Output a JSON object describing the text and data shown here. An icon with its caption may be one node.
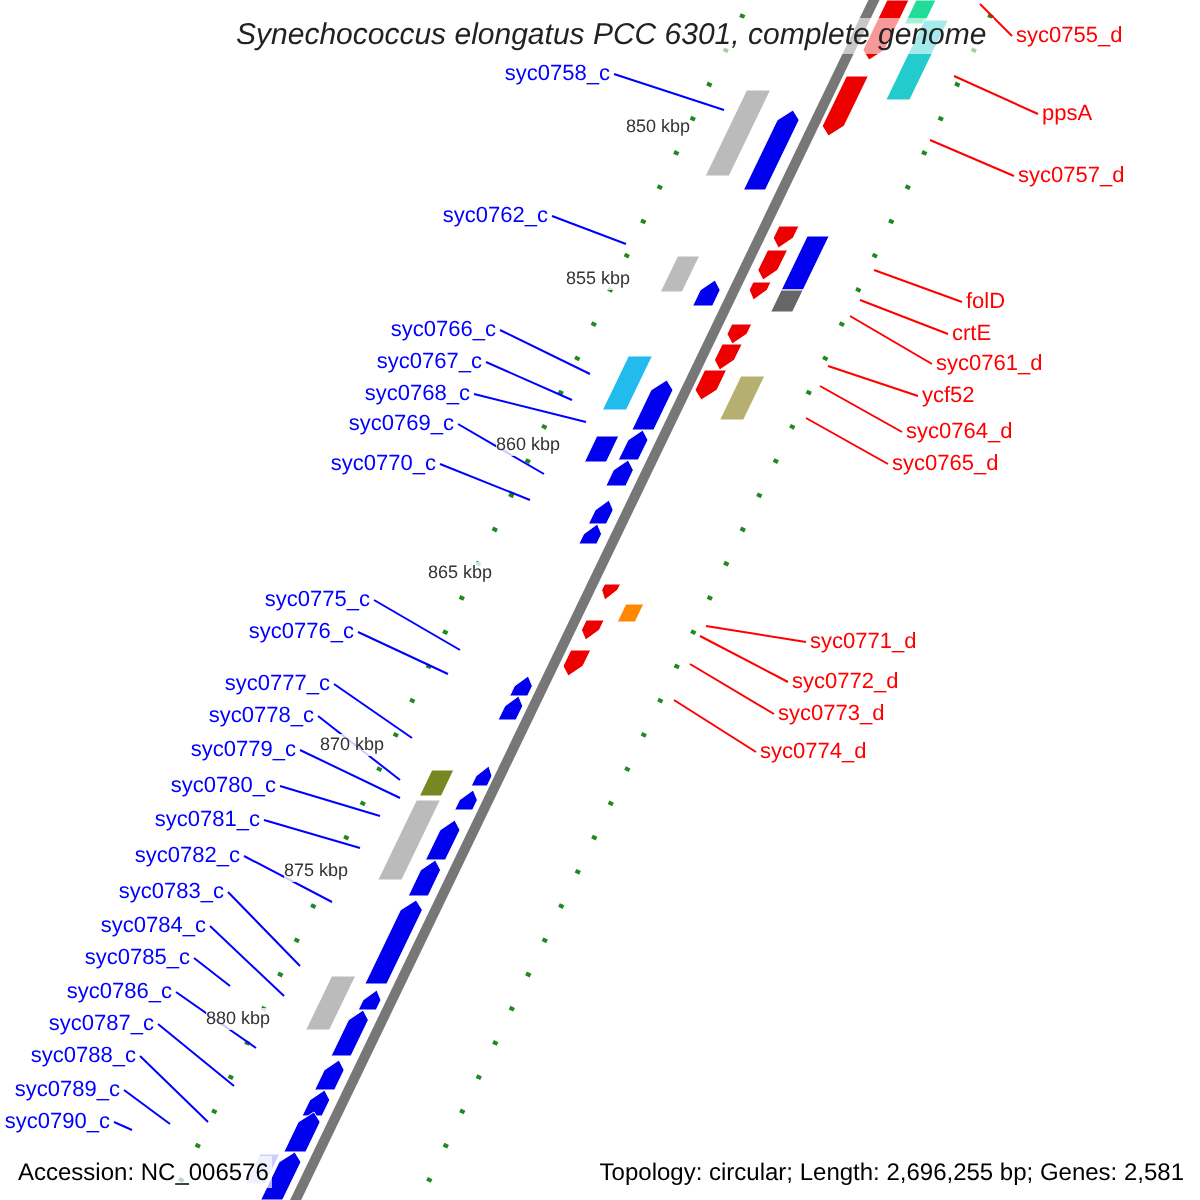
{
  "diagram": {
    "title": "Synechococcus elongatus PCC 6301, complete genome",
    "nodes": [
      {
        "text": [
          "syc0755_d"
        ]
      },
      {
        "text": [
          "syc0758_c"
        ]
      },
      {
        "text": [
          "ppsA"
        ]
      },
      {
        "text": [
          "syc0757_d"
        ]
      },
      {
        "text": [
          "syc0762_c"
        ]
      },
      {
        "text": [
          "folD"
        ]
      },
      {
        "text": [
          "syc0766_c"
        ]
      },
      {
        "text": [
          "crtE"
        ]
      },
      {
        "text": [
          "syc0767_c"
        ]
      },
      {
        "text": [
          "syc0761_d"
        ]
      },
      {
        "text": [
          "syc0768_c"
        ]
      },
      {
        "text": [
          "ycf52"
        ]
      },
      {
        "text": [
          "syc0769_c"
        ]
      },
      {
        "text": [
          "syc0764_d"
        ]
      },
      {
        "text": [
          "syc0770_c"
        ]
      },
      {
        "text": [
          "syc0765_d"
        ]
      },
      {
        "text": [
          "syc0775_c"
        ]
      },
      {
        "text": [
          "syc0776_c"
        ]
      },
      {
        "text": [
          "syc0771_d"
        ]
      },
      {
        "text": [
          "syc0777_c"
        ]
      },
      {
        "text": [
          "syc0772_d"
        ]
      },
      {
        "text": [
          "syc0778_c"
        ]
      },
      {
        "text": [
          "syc0773_d"
        ]
      },
      {
        "text": [
          "syc0779_c"
        ]
      },
      {
        "text": [
          "syc0774_d"
        ]
      },
      {
        "text": [
          "syc0780_c"
        ]
      },
      {
        "text": [
          "syc0781_c"
        ]
      },
      {
        "text": [
          "syc0782_c"
        ]
      },
      {
        "text": [
          "syc0783_c"
        ]
      },
      {
        "text": [
          "syc0784_c"
        ]
      },
      {
        "text": [
          "syc0785_c"
        ]
      },
      {
        "text": [
          "syc0786_c"
        ]
      },
      {
        "text": [
          "syc0787_c"
        ]
      },
      {
        "text": [
          "syc0788_c"
        ]
      },
      {
        "text": [
          "syc0789_c"
        ]
      },
      {
        "text": [
          "syc0790_c"
        ]
      }
    ],
    "edges": [
      {
        "from": 0,
        "to": null,
        "arrow": "none",
        "color": "#ff0000"
      },
      {
        "from": 1,
        "to": null,
        "arrow": "none"
      },
      {
        "from": 2,
        "to": null,
        "arrow": "none",
        "color": "#ff0000"
      },
      {
        "from": 3,
        "to": null,
        "arrow": "none",
        "color": "#ff0000"
      },
      {
        "from": 4,
        "to": null,
        "arrow": "none"
      },
      {
        "from": 5,
        "to": null,
        "arrow": "none",
        "color": "#ff0000"
      },
      {
        "from": 6,
        "to": null,
        "arrow": "none"
      },
      {
        "from": 7,
        "to": null,
        "arrow": "none",
        "color": "#ff0000"
      },
      {
        "from": 8,
        "to": null,
        "arrow": "none"
      },
      {
        "from": 9,
        "to": null,
        "arrow": "none",
        "color": "#ff0000"
      },
      {
        "from": 10,
        "to": null,
        "arrow": "none"
      },
      {
        "from": 11,
        "to": null,
        "arrow": "none",
        "color": "#ff0000"
      },
      {
        "from": 12,
        "to": null,
        "arrow": "none"
      },
      {
        "from": 13,
        "to": null,
        "arrow": "none",
        "color": "#ff0000"
      },
      {
        "from": 14,
        "to": null,
        "arrow": "none"
      },
      {
        "from": 15,
        "to": null,
        "arrow": "none",
        "color": "#ff0000"
      },
      {
        "from": 16,
        "to": null,
        "arrow": "none"
      },
      {
        "from": 17,
        "to": null,
        "arrow": "none"
      },
      {
        "from": 18,
        "to": null,
        "arrow": "none",
        "color": "#ff0000"
      },
      {
        "from": 19,
        "to": null,
        "arrow": "none"
      },
      {
        "from": 20,
        "to": null,
        "arrow": "none",
        "color": "#ff0000"
      },
      {
        "from": 21,
        "to": null,
        "arrow": "none"
      },
      {
        "from": 22,
        "to": null,
        "arrow": "none",
        "color": "#ff0000"
      },
      {
        "from": 23,
        "to": null,
        "arrow": "none"
      },
      {
        "from": 24,
        "to": null,
        "arrow": "none",
        "color": "#ff0000"
      },
      {
        "from": 25,
        "to": null,
        "arrow": "none"
      },
      {
        "from": 26,
        "to": null,
        "arrow": "none"
      },
      {
        "from": 27,
        "to": null,
        "arrow": "none"
      },
      {
        "from": 28,
        "to": null,
        "arrow": "none"
      },
      {
        "from": 29,
        "to": null,
        "arrow": "none"
      },
      {
        "from": 30,
        "to": null,
        "arrow": "none"
      },
      {
        "from": 31,
        "to": null,
        "arrow": "none"
      },
      {
        "from": 32,
        "to": null,
        "arrow": "none"
      },
      {
        "from": 33,
        "to": null,
        "arrow": "none"
      },
      {
        "from": 34,
        "to": null,
        "arrow": "none"
      },
      {
        "from": 35,
        "to": null,
        "arrow": "none"
      }
    ],
    "labels": [
      "850 kbp",
      "855 kbp",
      "860 kbp",
      "865 kbp",
      "870 kbp",
      "875 kbp",
      "880 kbp",
      "Accession: NC_006576",
      "Topology: circular; Length: 2,696,255 bp; Genes: 2,581"
    ]
  }
}
